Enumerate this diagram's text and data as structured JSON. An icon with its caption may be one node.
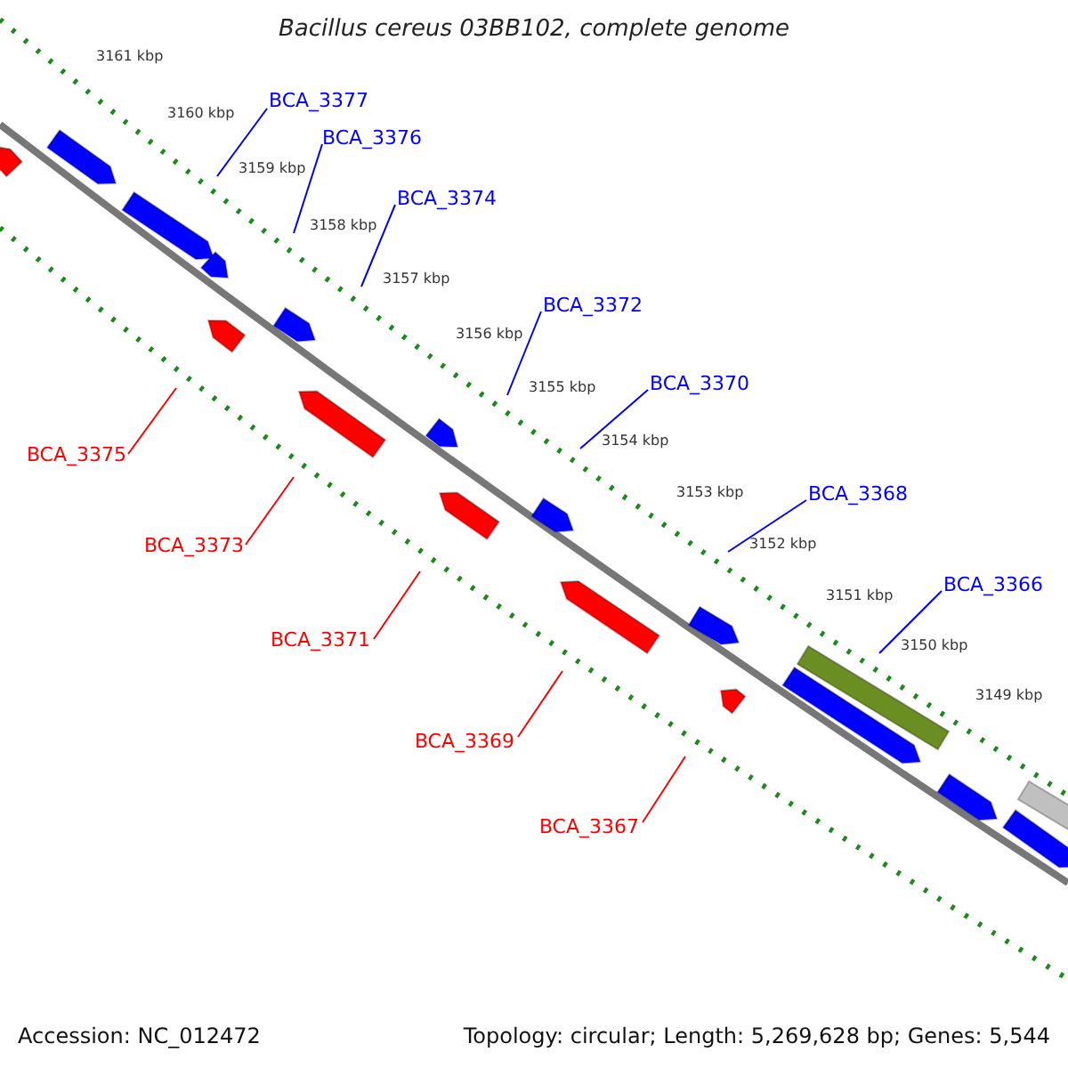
{
  "diagram": {
    "title": "Bacillus cereus 03BB102, complete genome",
    "nodes": [
      {
        "text": [
          "BCA_3377"
        ]
      },
      {
        "text": [
          "BCA_3376"
        ]
      },
      {
        "text": [
          "BCA_3374"
        ]
      },
      {
        "text": [
          "BCA_3372"
        ]
      },
      {
        "text": [
          "BCA_3370"
        ]
      },
      {
        "text": [
          "BCA_3368"
        ]
      },
      {
        "text": [
          "BCA_3366"
        ]
      },
      {
        "text": [
          "BCA_3375"
        ]
      },
      {
        "text": [
          "BCA_3373"
        ]
      },
      {
        "text": [
          "BCA_3371"
        ]
      },
      {
        "text": [
          "BCA_3369"
        ]
      },
      {
        "text": [
          "BCA_3367"
        ]
      }
    ],
    "edges": [
      {
        "from": 0,
        "to": null,
        "arrow": "none",
        "color": "#0000ff"
      },
      {
        "from": 1,
        "to": null,
        "arrow": "none",
        "color": "#0000ff"
      },
      {
        "from": 2,
        "to": null,
        "arrow": "none",
        "color": "#0000ff"
      },
      {
        "from": 3,
        "to": null,
        "arrow": "none",
        "color": "#0000ff"
      },
      {
        "from": 4,
        "to": null,
        "arrow": "none",
        "color": "#0000ff"
      },
      {
        "from": 5,
        "to": null,
        "arrow": "none",
        "color": "#0000ff"
      },
      {
        "from": 6,
        "to": null,
        "arrow": "none",
        "color": "#0000ff"
      },
      {
        "from": 7,
        "to": null,
        "arrow": "none",
        "color": "#ff0000"
      },
      {
        "from": 8,
        "to": null,
        "arrow": "none",
        "color": "#ff0000"
      },
      {
        "from": 9,
        "to": null,
        "arrow": "none",
        "color": "#ff0000"
      },
      {
        "from": 10,
        "to": null,
        "arrow": "none",
        "color": "#ff0000"
      },
      {
        "from": 11,
        "to": null,
        "arrow": "none",
        "color": "#ff0000"
      }
    ],
    "labels": [
      "3161 kbp",
      "3160 kbp",
      "3159 kbp",
      "3158 kbp",
      "3157 kbp",
      "3156 kbp",
      "3155 kbp",
      "3154 kbp",
      "3153 kbp",
      "3152 kbp",
      "3151 kbp",
      "3150 kbp",
      "3149 kbp",
      "Accession: NC_012472",
      "Topology: circular; Length: 5,269,628 bp; Genes: 5,544"
    ]
  }
}
